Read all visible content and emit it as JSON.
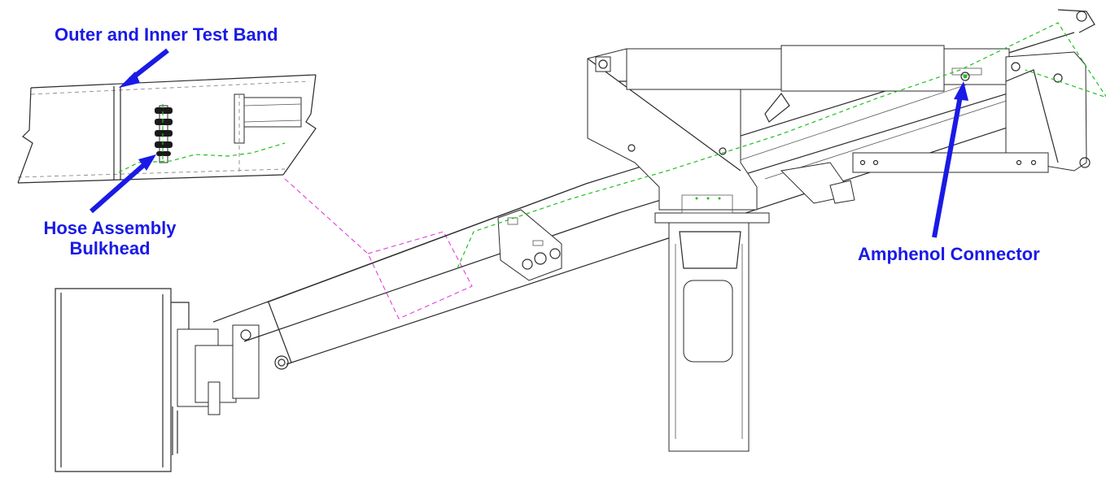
{
  "callouts": {
    "test_band": "Outer and Inner Test Band",
    "hose_line1": "Hose Assembly",
    "hose_line2": "Bulkhead",
    "amphenol": "Amphenol Connector"
  },
  "colors": {
    "callout_text": "#1a1ae6",
    "arrow": "#1a1ae6",
    "hose_path": "#1fbf1f",
    "detail_leader": "#e040e0",
    "line_art": "#2b2b2b"
  }
}
